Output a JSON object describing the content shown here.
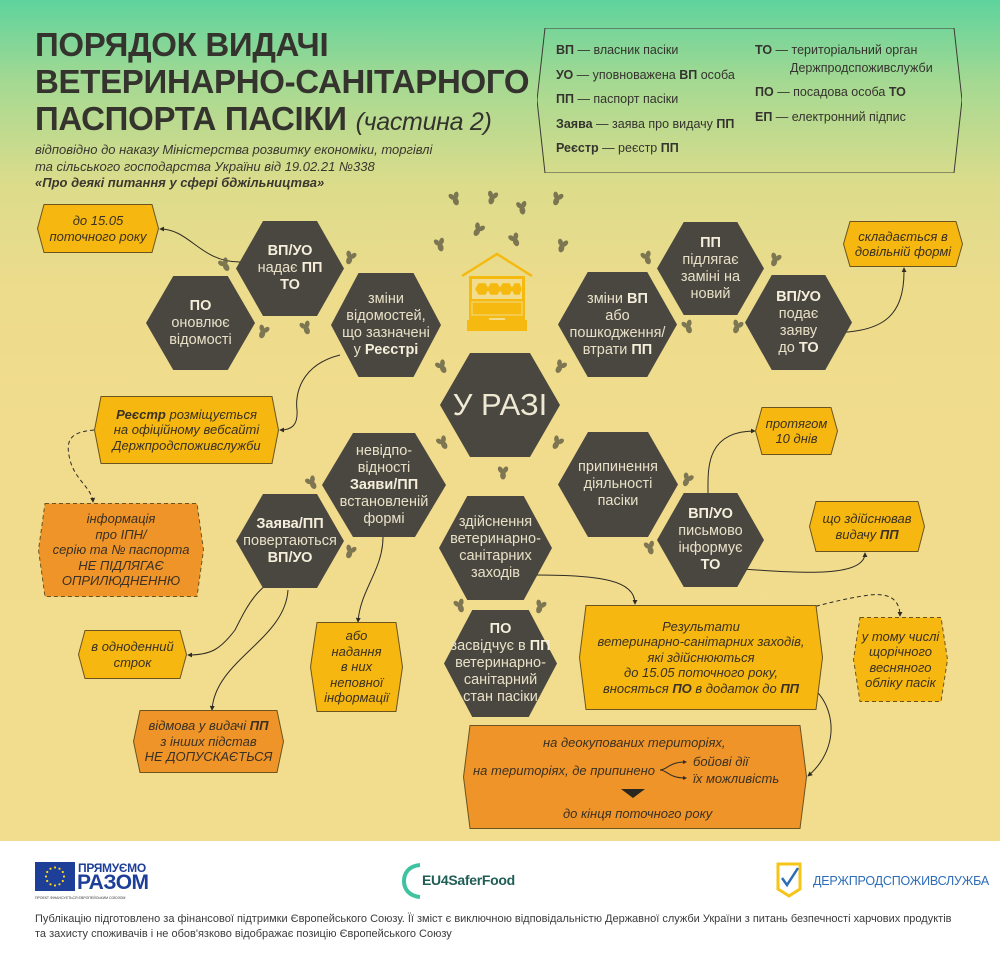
{
  "header": {
    "title_lines": [
      "ПОРЯДОК ВИДАЧІ",
      "ВЕТЕРИНАРНО-САНІТАРНОГО",
      "ПАСПОРТА ПАСІКИ"
    ],
    "title_suffix": "(частина 2)",
    "subtitle_lines": [
      "відповідно до наказу Міністерства розвитку економіки, торгівлі",
      "та сільського господарства України від 19.02.21 №338"
    ],
    "subtitle_bold": "«Про деякі питання у сфері бджільництва»"
  },
  "legend": {
    "left": [
      {
        "term": "ВП",
        "desc": [
          {
            "t": " — власник пасіки"
          }
        ]
      },
      {
        "term": "УО",
        "desc": [
          {
            "t": " — уповноважена "
          },
          {
            "t": "ВП",
            "b": true
          },
          {
            "t": " особа"
          }
        ]
      },
      {
        "term": "ПП",
        "desc": [
          {
            "t": " — паспорт пасіки"
          }
        ]
      },
      {
        "term": "Заява",
        "desc": [
          {
            "t": " — заява про видачу "
          },
          {
            "t": "ПП",
            "b": true
          }
        ]
      },
      {
        "term": "Реєстр",
        "desc": [
          {
            "t": " — реєстр "
          },
          {
            "t": "ПП",
            "b": true
          }
        ]
      }
    ],
    "right": [
      {
        "term": "ТО",
        "desc": [
          {
            "t": " — територіальний орган"
          }
        ],
        "cont": "Держпродспоживслужби"
      },
      {
        "term": "ПО",
        "desc": [
          {
            "t": " — посадова особа "
          },
          {
            "t": "ТО",
            "b": true
          }
        ]
      },
      {
        "term": "ЕП",
        "desc": [
          {
            "t": " — електронний підпис"
          }
        ]
      }
    ]
  },
  "colors": {
    "hex": "#4a4740",
    "yellow": "#f5b710",
    "orange": "#ef9428",
    "background_top": "#5ed39d",
    "background_bottom": "#f2dc8d"
  },
  "hexes": [
    {
      "lines": [
        [
          {
            "t": "ВП/УО",
            "b": true
          }
        ],
        [
          {
            "t": "надає "
          },
          {
            "t": "ПП",
            "b": true
          }
        ],
        [
          {
            "t": "ТО",
            "b": true
          }
        ]
      ]
    },
    {
      "lines": [
        [
          {
            "t": "ПО",
            "b": true
          }
        ],
        [
          {
            "t": "оновлює"
          }
        ],
        [
          {
            "t": "відомості"
          }
        ]
      ]
    },
    {
      "lines": [
        [
          {
            "t": "зміни"
          }
        ],
        [
          {
            "t": "відомостей,"
          }
        ],
        [
          {
            "t": "що зазначені"
          }
        ],
        [
          {
            "t": "у "
          },
          {
            "t": "Реєстрі",
            "b": true
          }
        ]
      ]
    },
    {
      "lines": [
        [
          {
            "t": "У РАЗІ"
          }
        ]
      ]
    },
    {
      "lines": [
        [
          {
            "t": "зміни "
          },
          {
            "t": "ВП",
            "b": true
          }
        ],
        [
          {
            "t": "або"
          }
        ],
        [
          {
            "t": "пошкодження/"
          }
        ],
        [
          {
            "t": "втрати "
          },
          {
            "t": "ПП",
            "b": true
          }
        ]
      ]
    },
    {
      "lines": [
        [
          {
            "t": "ПП",
            "b": true
          }
        ],
        [
          {
            "t": "підлягає"
          }
        ],
        [
          {
            "t": "заміні на"
          }
        ],
        [
          {
            "t": "новий"
          }
        ]
      ]
    },
    {
      "lines": [
        [
          {
            "t": "ВП/УО",
            "b": true
          }
        ],
        [
          {
            "t": "подає"
          }
        ],
        [
          {
            "t": "заяву"
          }
        ],
        [
          {
            "t": "до "
          },
          {
            "t": "ТО",
            "b": true
          }
        ]
      ]
    },
    {
      "lines": [
        [
          {
            "t": "невідпо-"
          }
        ],
        [
          {
            "t": "відності"
          }
        ],
        [
          {
            "t": "Заяви/ПП",
            "b": true
          }
        ],
        [
          {
            "t": "встановленій"
          }
        ],
        [
          {
            "t": "формі"
          }
        ]
      ]
    },
    {
      "lines": [
        [
          {
            "t": "Заява/ПП",
            "b": true
          }
        ],
        [
          {
            "t": "повертаються"
          }
        ],
        [
          {
            "t": "ВП/УО",
            "b": true
          }
        ]
      ]
    },
    {
      "lines": [
        [
          {
            "t": "припинення"
          }
        ],
        [
          {
            "t": "діяльності"
          }
        ],
        [
          {
            "t": "пасіки"
          }
        ]
      ]
    },
    {
      "lines": [
        [
          {
            "t": "ВП/УО",
            "b": true
          }
        ],
        [
          {
            "t": "письмово"
          }
        ],
        [
          {
            "t": "інформує"
          }
        ],
        [
          {
            "t": "ТО",
            "b": true
          }
        ]
      ]
    },
    {
      "lines": [
        [
          {
            "t": "здійснення"
          }
        ],
        [
          {
            "t": "ветеринарно-"
          }
        ],
        [
          {
            "t": "санітарних"
          }
        ],
        [
          {
            "t": "заходів"
          }
        ]
      ]
    },
    {
      "lines": [
        [
          {
            "t": "ПО",
            "b": true
          }
        ],
        [
          {
            "t": "засвідчує в "
          },
          {
            "t": "ПП",
            "b": true
          }
        ],
        [
          {
            "t": "ветеринарно-"
          }
        ],
        [
          {
            "t": "санітарний"
          }
        ],
        [
          {
            "t": "стан пасіки"
          }
        ]
      ]
    }
  ],
  "callouts": [
    {
      "lines": [
        [
          {
            "t": "до 15.05"
          }
        ],
        [
          {
            "t": "поточного року"
          }
        ]
      ]
    },
    {
      "lines": [
        [
          {
            "t": "Реєстр",
            "b": true
          },
          {
            "t": " розміщується"
          }
        ],
        [
          {
            "t": "на офіційному вебсайті"
          }
        ],
        [
          {
            "t": "Держпродспоживслужби"
          }
        ]
      ]
    },
    {
      "lines": [
        [
          {
            "t": "складається в"
          }
        ],
        [
          {
            "t": "довільній формі"
          }
        ]
      ]
    },
    {
      "lines": [
        [
          {
            "t": "протягом"
          }
        ],
        [
          {
            "t": "10 днів"
          }
        ]
      ]
    },
    {
      "lines": [
        [
          {
            "t": "що здійснював"
          }
        ],
        [
          {
            "t": "видачу "
          },
          {
            "t": "ПП",
            "b": true
          }
        ]
      ]
    },
    {
      "lines": [
        [
          {
            "t": "в одноденний"
          }
        ],
        [
          {
            "t": "строк"
          }
        ]
      ]
    },
    {
      "lines": [
        [
          {
            "t": "або"
          }
        ],
        [
          {
            "t": "надання"
          }
        ],
        [
          {
            "t": "в них"
          }
        ],
        [
          {
            "t": "неповної"
          }
        ],
        [
          {
            "t": "інформації"
          }
        ]
      ]
    },
    {
      "lines": [
        [
          {
            "t": "Результати"
          }
        ],
        [
          {
            "t": "ветеринарно-санітарних заходів,"
          }
        ],
        [
          {
            "t": "які здійснюються"
          }
        ],
        [
          {
            "t": "до 15.05 поточного року,"
          }
        ],
        [
          {
            "t": "вносяться "
          },
          {
            "t": "ПО",
            "b": true
          },
          {
            "t": " в додаток до "
          },
          {
            "t": "ПП",
            "b": true
          }
        ]
      ]
    },
    {
      "lines": [
        [
          {
            "t": "у тому числі"
          }
        ],
        [
          {
            "t": "щорічного"
          }
        ],
        [
          {
            "t": "весняного"
          }
        ],
        [
          {
            "t": "обліку пасік"
          }
        ]
      ]
    },
    {
      "lines": [
        [
          {
            "t": "інформація"
          }
        ],
        [
          {
            "t": "про ІПН/"
          }
        ],
        [
          {
            "t": "серію та № паспорта"
          }
        ],
        [
          {
            "t": "НЕ ПІДЛЯГАЄ"
          }
        ],
        [
          {
            "t": "ОПРИЛЮДНЕННЮ"
          }
        ]
      ]
    },
    {
      "lines": [
        [
          {
            "t": "відмова у видачі "
          },
          {
            "t": "ПП",
            "b": true
          }
        ],
        [
          {
            "t": "з інших підстав"
          }
        ],
        [
          {
            "t": "НЕ ДОПУСКАЄТЬСЯ"
          }
        ]
      ]
    }
  ],
  "bottom_box": {
    "line1": "на деокупованих територіях,",
    "line2": "на територіях, де припинено",
    "branch1": "бойові дії",
    "branch2": "їх можливість",
    "final": "до кінця поточного року"
  },
  "footer": {
    "eu_logo_line1": "ПРЯМУЄМО",
    "eu_logo_line2": "РАЗОМ",
    "eu_logo_tagline": "ПРОЕКТ ФІНАНСУЄТЬСЯ ЄВРОПЕЙСЬКИМ СОЮЗОМ",
    "saferfood_logo": "EU4SaferFood",
    "dps_logo": "ДЕРЖПРОДСПОЖИВСЛУЖБА",
    "disclaimer_lines": [
      "Публікацію підготовлено за фінансової підтримки Європейського Союзу. Її зміст є виключною відповідальністю Державної служби України з питань безпечності харчових продуктів",
      "та захисту споживачів і не обов'язково відображає позицію Європейського Союзу"
    ]
  }
}
